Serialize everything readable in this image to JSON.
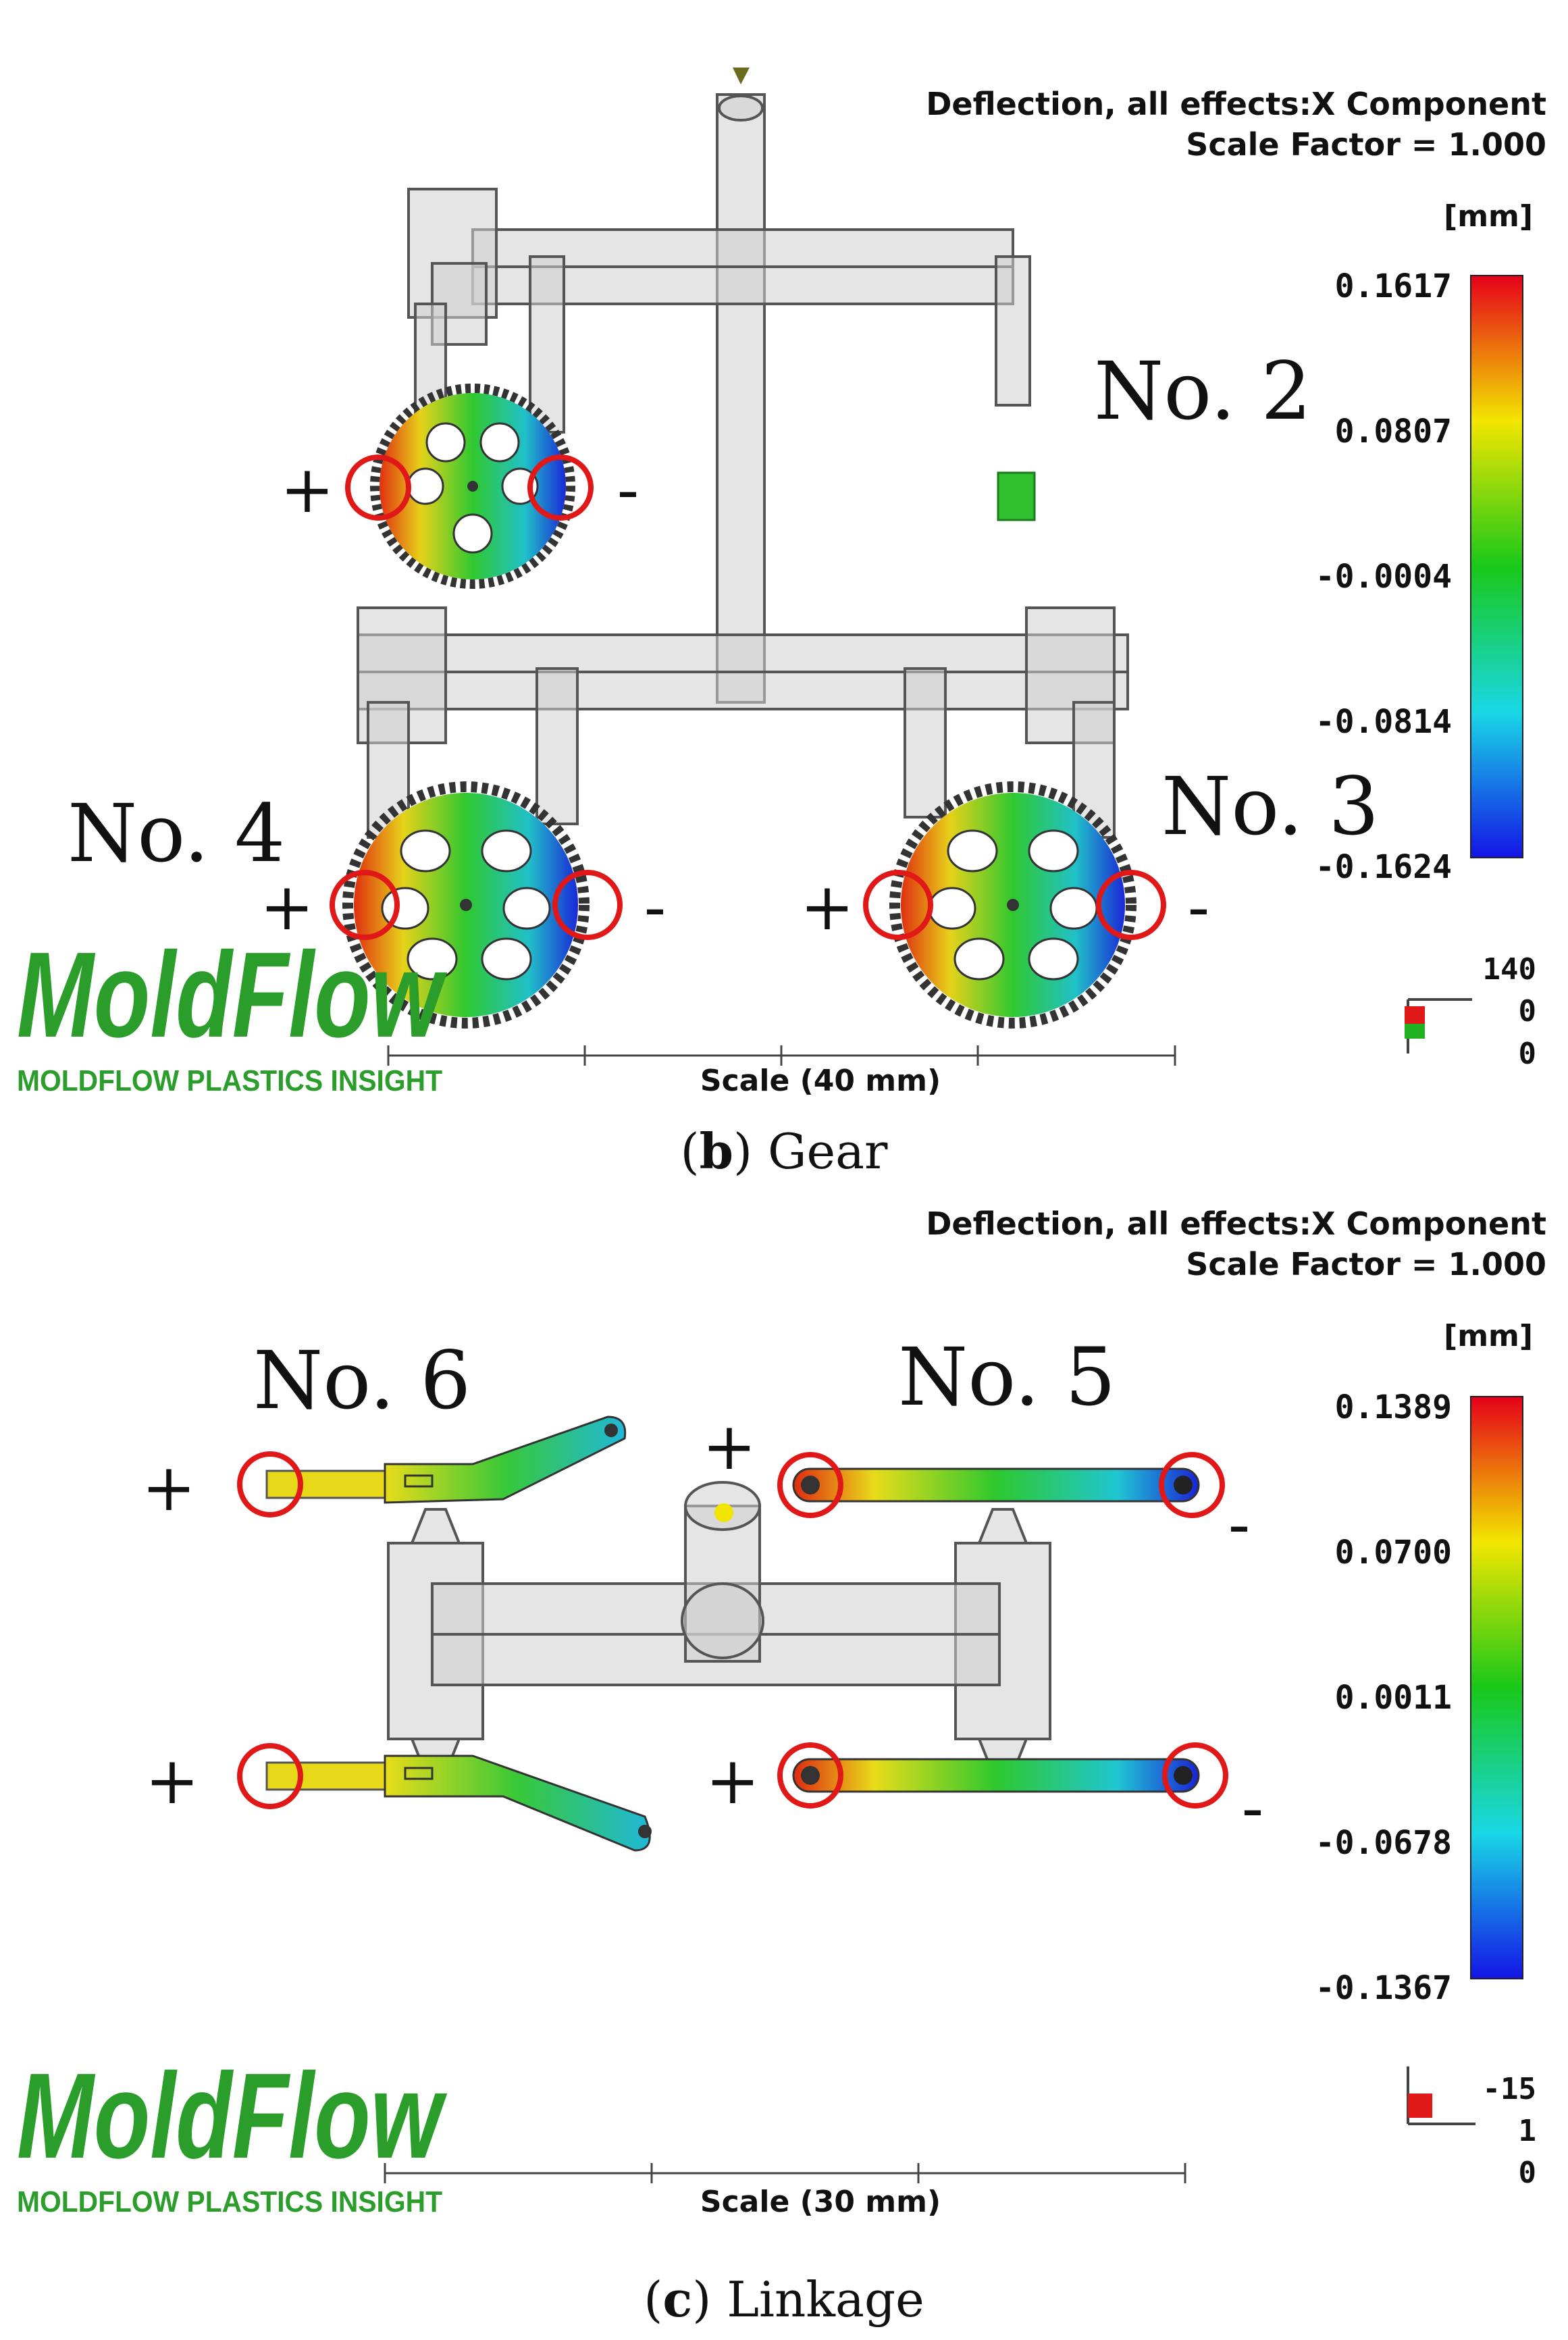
{
  "panels": [
    {
      "header_line1": "Deflection, all effects:X Component",
      "header_line2": "Scale Factor = 1.000",
      "unit": "[mm]",
      "legend_ticks": [
        "0.1617",
        "0.0807",
        "-0.0004",
        "-0.0814",
        "-0.1624"
      ],
      "part_labels": [
        "No. 2",
        "No. 4",
        "No. 3"
      ],
      "axis_values": [
        "140",
        "0",
        "0"
      ],
      "logo": "MoldFlow",
      "logo_sub": "MOLDFLOW PLASTICS INSIGHT",
      "scale_label": "Scale (40 mm)",
      "caption_letter": "b",
      "caption_text": " Gear"
    },
    {
      "header_line1": "Deflection, all effects:X Component",
      "header_line2": "Scale Factor = 1.000",
      "unit": "[mm]",
      "legend_ticks": [
        "0.1389",
        "0.0700",
        "0.0011",
        "-0.0678",
        "-0.1367"
      ],
      "part_labels": [
        "No. 6",
        "No. 5"
      ],
      "axis_values": [
        "-15",
        "1",
        "0"
      ],
      "logo": "MoldFlow",
      "logo_sub": "MOLDFLOW PLASTICS INSIGHT",
      "scale_label": "Scale (30 mm)",
      "caption_letter": "c",
      "caption_text": " Linkage"
    }
  ],
  "signs": {
    "plus": "+",
    "minus": "-",
    "paren_open": "(",
    "paren_close": ")"
  },
  "colors": {
    "scale_red": "#e6001a",
    "scale_yellow": "#f2e600",
    "scale_green": "#19c819",
    "scale_cyan": "#19d8e6",
    "scale_blue": "#1414e6",
    "marker_ring": "#e01818",
    "logo_green": "#2a9d2a"
  }
}
